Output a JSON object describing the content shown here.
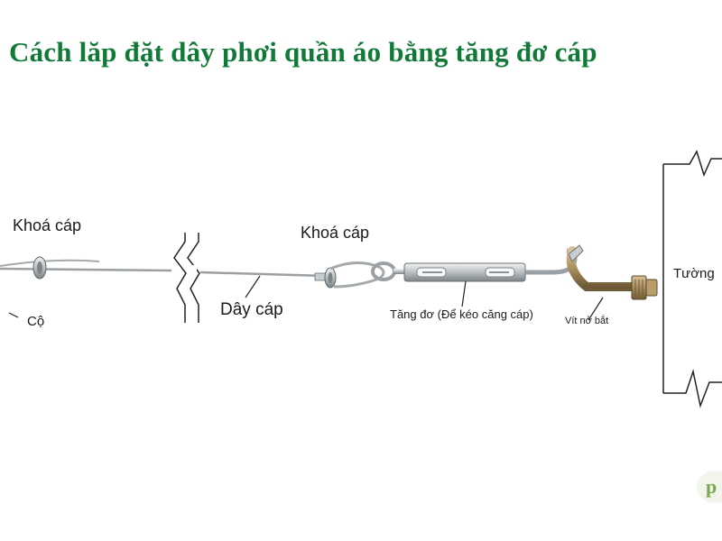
{
  "title": "Cách lăp đặt dây phơi quần áo bằng tăng đơ cáp",
  "labels": {
    "khoa_cap_left": "Khoá cáp",
    "co": "Cộ",
    "khoa_cap_right": "Khoá cáp",
    "day_cap": "Dây cáp",
    "tang_do": "Tăng đơ (Để kéo căng cáp)",
    "vit_no": "Vít nở bắt",
    "tuong": "Tường"
  },
  "watermark": "p",
  "colors": {
    "title": "#127a38",
    "watermark": "#7aa84e",
    "cable": "#9aa0a3",
    "metal": "#c9ced2",
    "brass": "#a88d5c",
    "line": "#222222"
  }
}
